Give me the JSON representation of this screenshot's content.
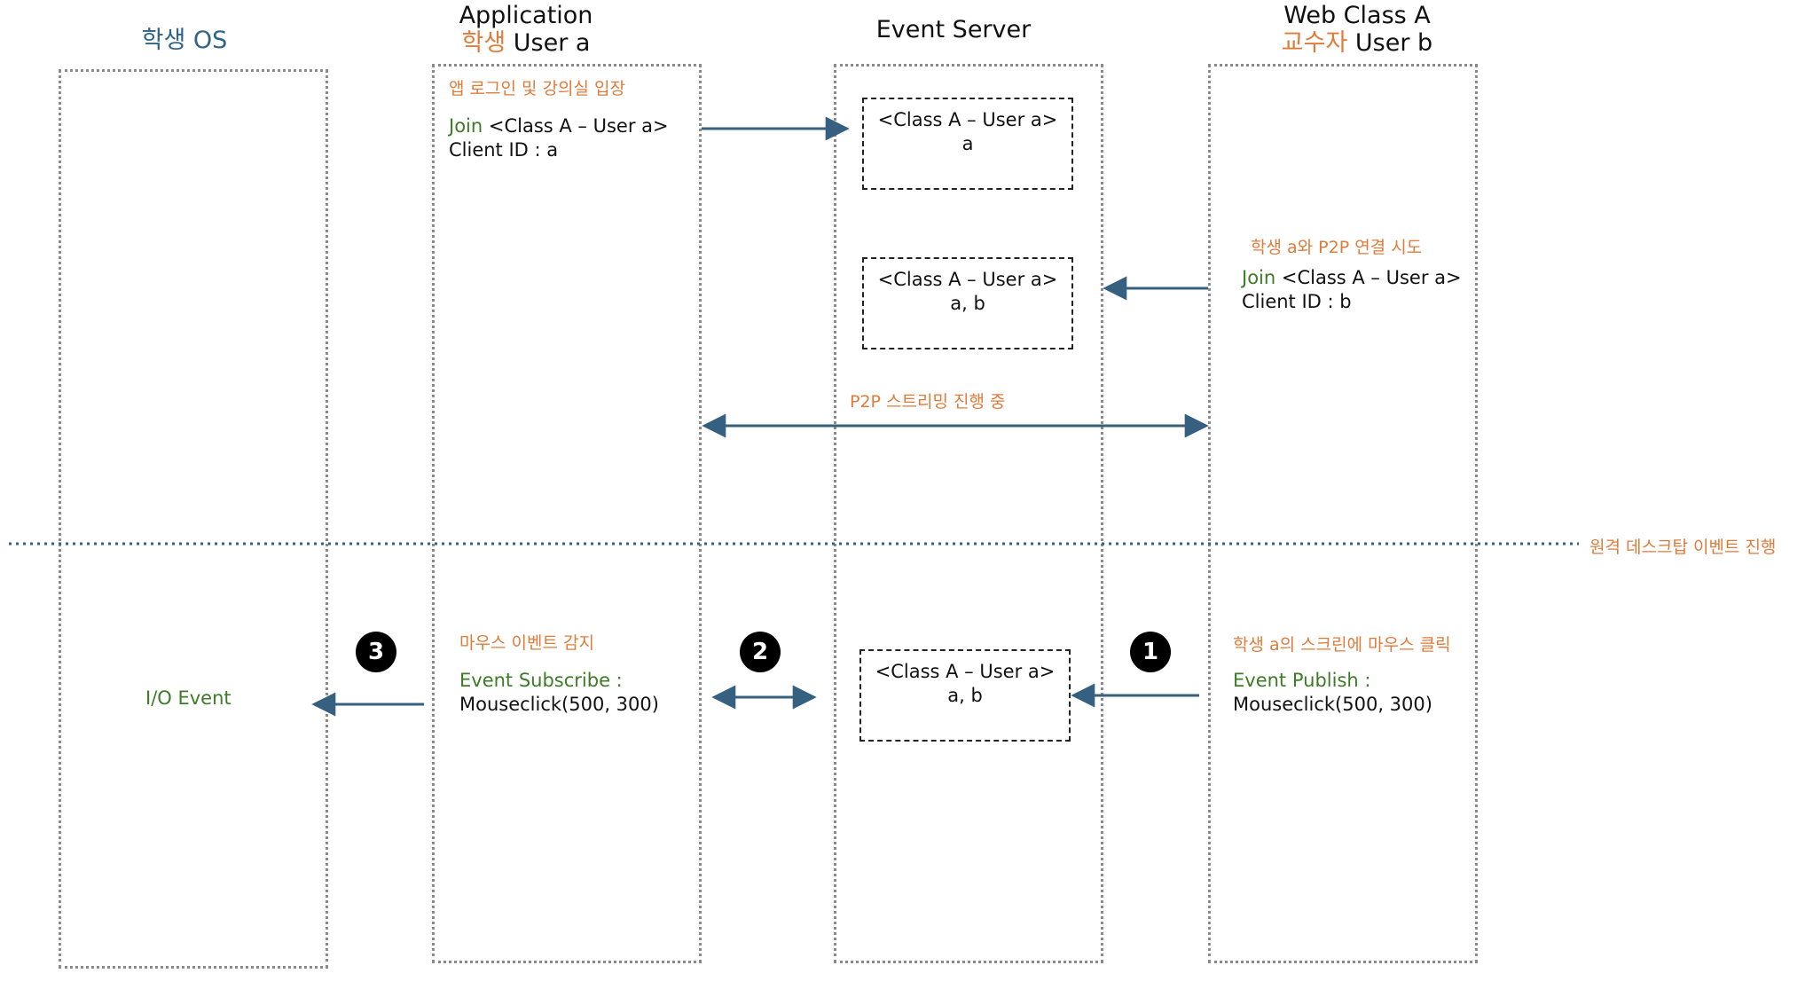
{
  "headers": {
    "student_os": "학생 OS",
    "application": "Application",
    "application_sub_orange": "학생",
    "application_sub_black": " User a",
    "event_server": "Event Server",
    "web_class": "Web Class A",
    "web_class_sub_orange": "교수자",
    "web_class_sub_black": " User b"
  },
  "app_lane": {
    "login_note": "앱 로그인 및 강의실 입장",
    "join_green": "Join",
    "join_black": " <Class A – User a>",
    "client_id": "Client ID : a",
    "mouse_note": "마우스 이벤트 감지",
    "subscribe_label": "Event Subscribe :",
    "subscribe_value": "Mouseclick(500, 300)"
  },
  "server_boxes": [
    {
      "title": "<Class A – User a>",
      "members": "a"
    },
    {
      "title": "<Class A – User a>",
      "members": "a, b"
    },
    {
      "title": "<Class A – User a>",
      "members": "a, b"
    }
  ],
  "web_lane": {
    "p2p_note": "학생 a와 P2P 연결 시도",
    "join_green": "Join",
    "join_black": " <Class A – User a>",
    "client_id": "Client ID : b",
    "click_note": "학생 a의 스크린에 마우스 클릭",
    "publish_label": "Event Publish :",
    "publish_value": "Mouseclick(500, 300)"
  },
  "streaming_note": "P2P 스트리밍 진행 중",
  "remote_note": "원격 데스크탑 이벤트 진행",
  "io_event": "I/O Event",
  "steps": [
    "1",
    "2",
    "3"
  ],
  "colors": {
    "orange": "#e07b3a",
    "green": "#3d7b27",
    "blue": "#2f6388",
    "arrow": "#35607f"
  }
}
